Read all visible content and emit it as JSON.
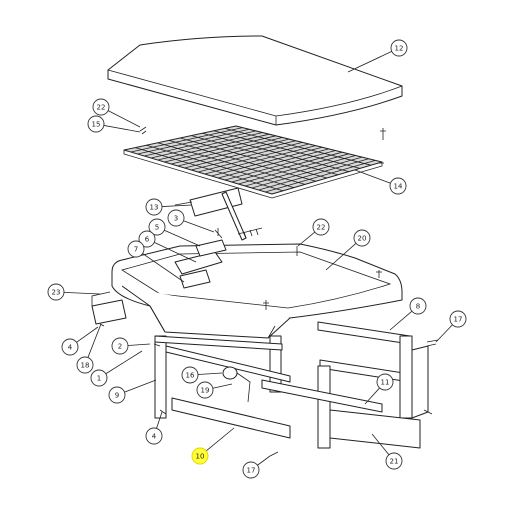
{
  "callouts": [
    {
      "label": "12",
      "highlighted": false
    },
    {
      "label": "22",
      "highlighted": false
    },
    {
      "label": "15",
      "highlighted": false
    },
    {
      "label": "14",
      "highlighted": false
    },
    {
      "label": "13",
      "highlighted": false
    },
    {
      "label": "3",
      "highlighted": false
    },
    {
      "label": "5",
      "highlighted": false
    },
    {
      "label": "6",
      "highlighted": false
    },
    {
      "label": "7",
      "highlighted": false
    },
    {
      "label": "22",
      "highlighted": false
    },
    {
      "label": "20",
      "highlighted": false
    },
    {
      "label": "23",
      "highlighted": false
    },
    {
      "label": "8",
      "highlighted": false
    },
    {
      "label": "17",
      "highlighted": false
    },
    {
      "label": "4",
      "highlighted": false
    },
    {
      "label": "2",
      "highlighted": false
    },
    {
      "label": "18",
      "highlighted": false
    },
    {
      "label": "1",
      "highlighted": false
    },
    {
      "label": "16",
      "highlighted": false
    },
    {
      "label": "19",
      "highlighted": false
    },
    {
      "label": "9",
      "highlighted": false
    },
    {
      "label": "11",
      "highlighted": false
    },
    {
      "label": "4",
      "highlighted": false
    },
    {
      "label": "10",
      "highlighted": true
    },
    {
      "label": "21",
      "highlighted": false
    },
    {
      "label": "17",
      "highlighted": false
    }
  ],
  "colors": {
    "highlight": "#ffff33",
    "line": "#222222",
    "background": "#ffffff"
  }
}
